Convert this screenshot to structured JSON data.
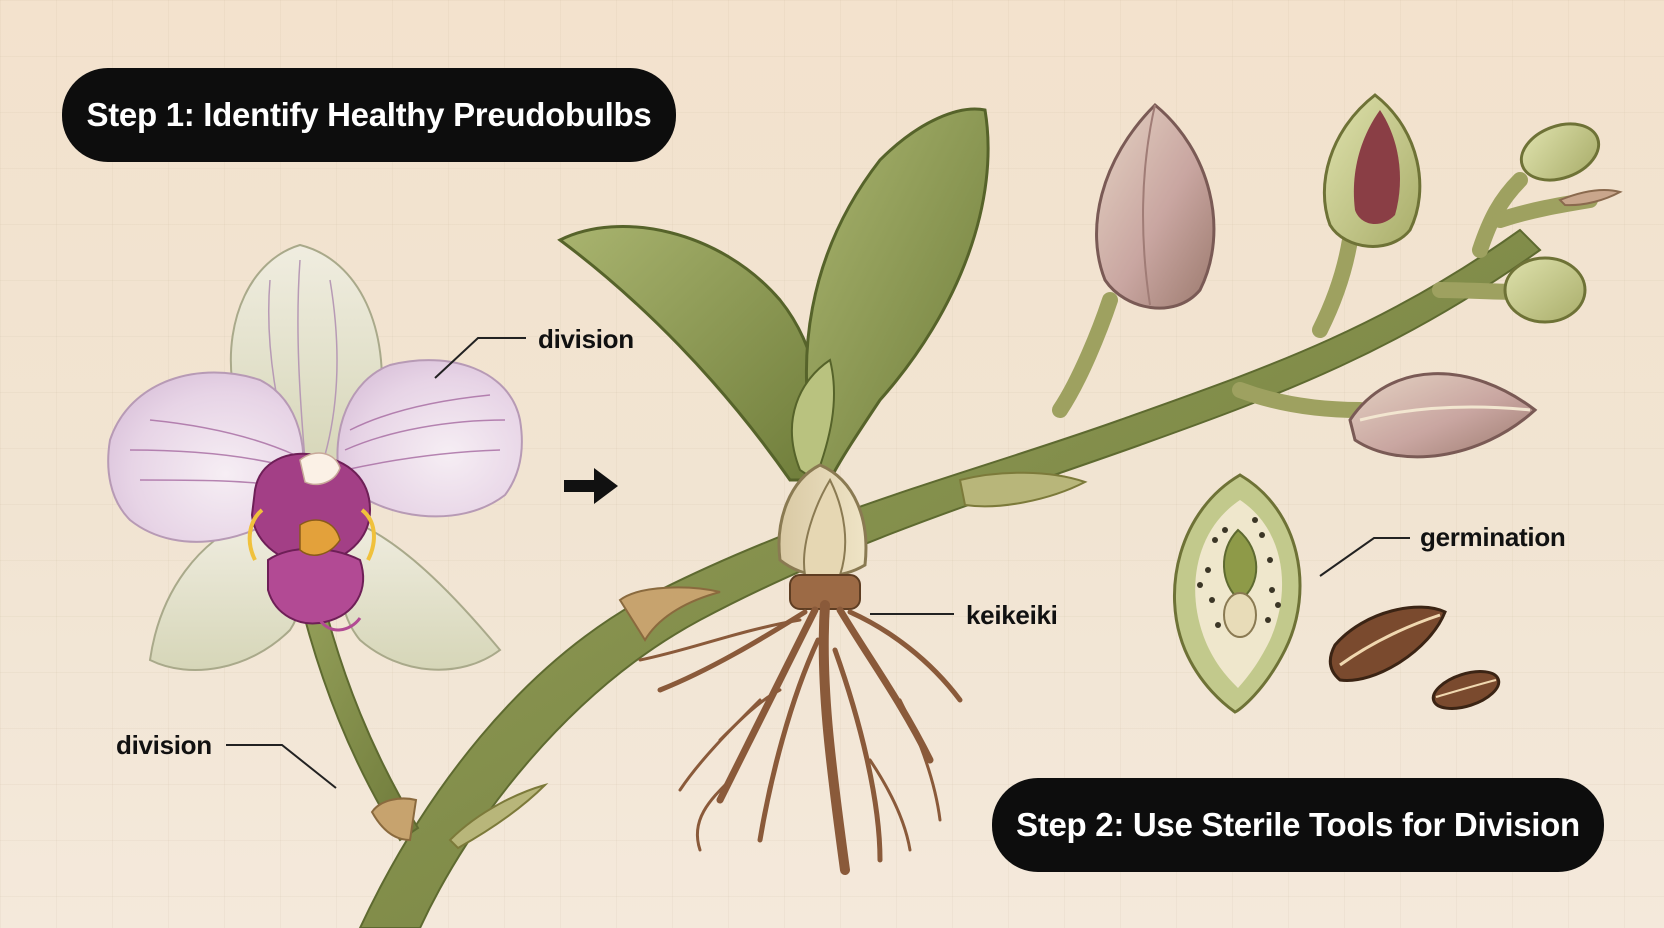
{
  "steps": {
    "step1": "Step 1: Identify Healthy Preudobulbs",
    "step2": "Step 2: Use Sterile Tools for Division"
  },
  "labels": {
    "division_top": "division",
    "division_left": "division",
    "keiki": "keikeiki",
    "germination": "germination"
  },
  "colors": {
    "background": "#f2e3cf",
    "pill": "#0d0d0d",
    "stem": "#7f8a46",
    "leaf": "#8d9a55",
    "petal": "#e6d3e6",
    "lip": "#a33f86",
    "root": "#8a5a3a",
    "bud": "#c9a0a0"
  },
  "icons": [
    "arrow-right-icon"
  ]
}
